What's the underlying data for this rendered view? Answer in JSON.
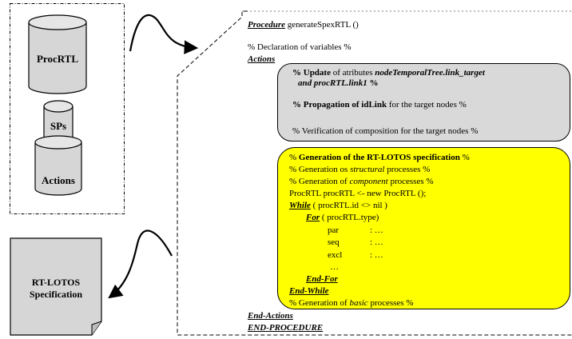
{
  "repository": {
    "procrtl": "ProcRTL",
    "sps": "SPs",
    "actions": "Actions"
  },
  "output_doc": {
    "line1": "RT-LOTOS",
    "line2": "Specification"
  },
  "code": {
    "procedure_kw": "Procedure",
    "procedure_name": " generateSpexRTL ()",
    "declaration": "% Declaration of variables %",
    "actions_kw": "Actions",
    "gray": {
      "l1_pre": "% ",
      "l1_bold": "Update",
      "l1_mid": " of atributes ",
      "l1_bi": "nodeTemporalTree.link_target",
      "l2_bi": "and  procRTL.link1",
      "l2_post": " %",
      "l3_pre": "% ",
      "l3_bold": "Propagation of idLink",
      "l3_post": " for the target nodes %",
      "l4": "% Verification of composition for the target nodes %"
    },
    "yellow": {
      "gen_pre": "% ",
      "gen_bold": "Generation of the RT-LOTOS specification",
      "gen_post": " %",
      "struct_pre": "% Generation os ",
      "struct_i": "structural",
      "struct_post": " processes %",
      "comp_pre": "% Generation of ",
      "comp_i": "component",
      "comp_post": " processes %",
      "new_proc": "ProcRTL procRTL <- new ProcRTL ();",
      "while_kw": "While",
      "while_rest": " ( procRTL.id <> nil )",
      "for_kw": "For",
      "for_rest": " ( procRTL.type)",
      "case_par": "par",
      "case_seq": "seq",
      "case_excl": "excl",
      "case_rest": ": …",
      "ellipsis": "…",
      "endfor_kw": "End-For",
      "endwhile_kw": "End-While",
      "basic_pre": "% Generation of ",
      "basic_i": "basic",
      "basic_post": " processes %"
    },
    "endactions_kw": "End-Actions",
    "endproc_kw": "END-PROCEDURE"
  },
  "colors": {
    "gray_box": "#d9d9d9",
    "yellow_box": "#ffff00",
    "cylinder": "#d6d6d6",
    "document": "#d6d6d6"
  }
}
